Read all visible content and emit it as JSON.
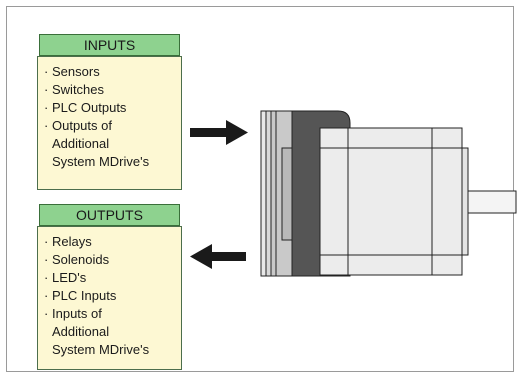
{
  "inputs": {
    "title": "INPUTS",
    "items": [
      "Sensors",
      "Switches",
      "PLC Outputs",
      " Outputs of",
      "Additional",
      "System MDrive's"
    ]
  },
  "outputs": {
    "title": "OUTPUTS",
    "items": [
      "Relays",
      "Solenoids",
      "LED's",
      "PLC Inputs",
      " Inputs of",
      "Additional",
      "System MDrive's"
    ]
  },
  "colors": {
    "header_fill": "#8ed28f",
    "list_fill": "#fdf8d3",
    "motor_dark": "#555555",
    "motor_light": "#ececec",
    "arrow": "#1a1a1a"
  }
}
